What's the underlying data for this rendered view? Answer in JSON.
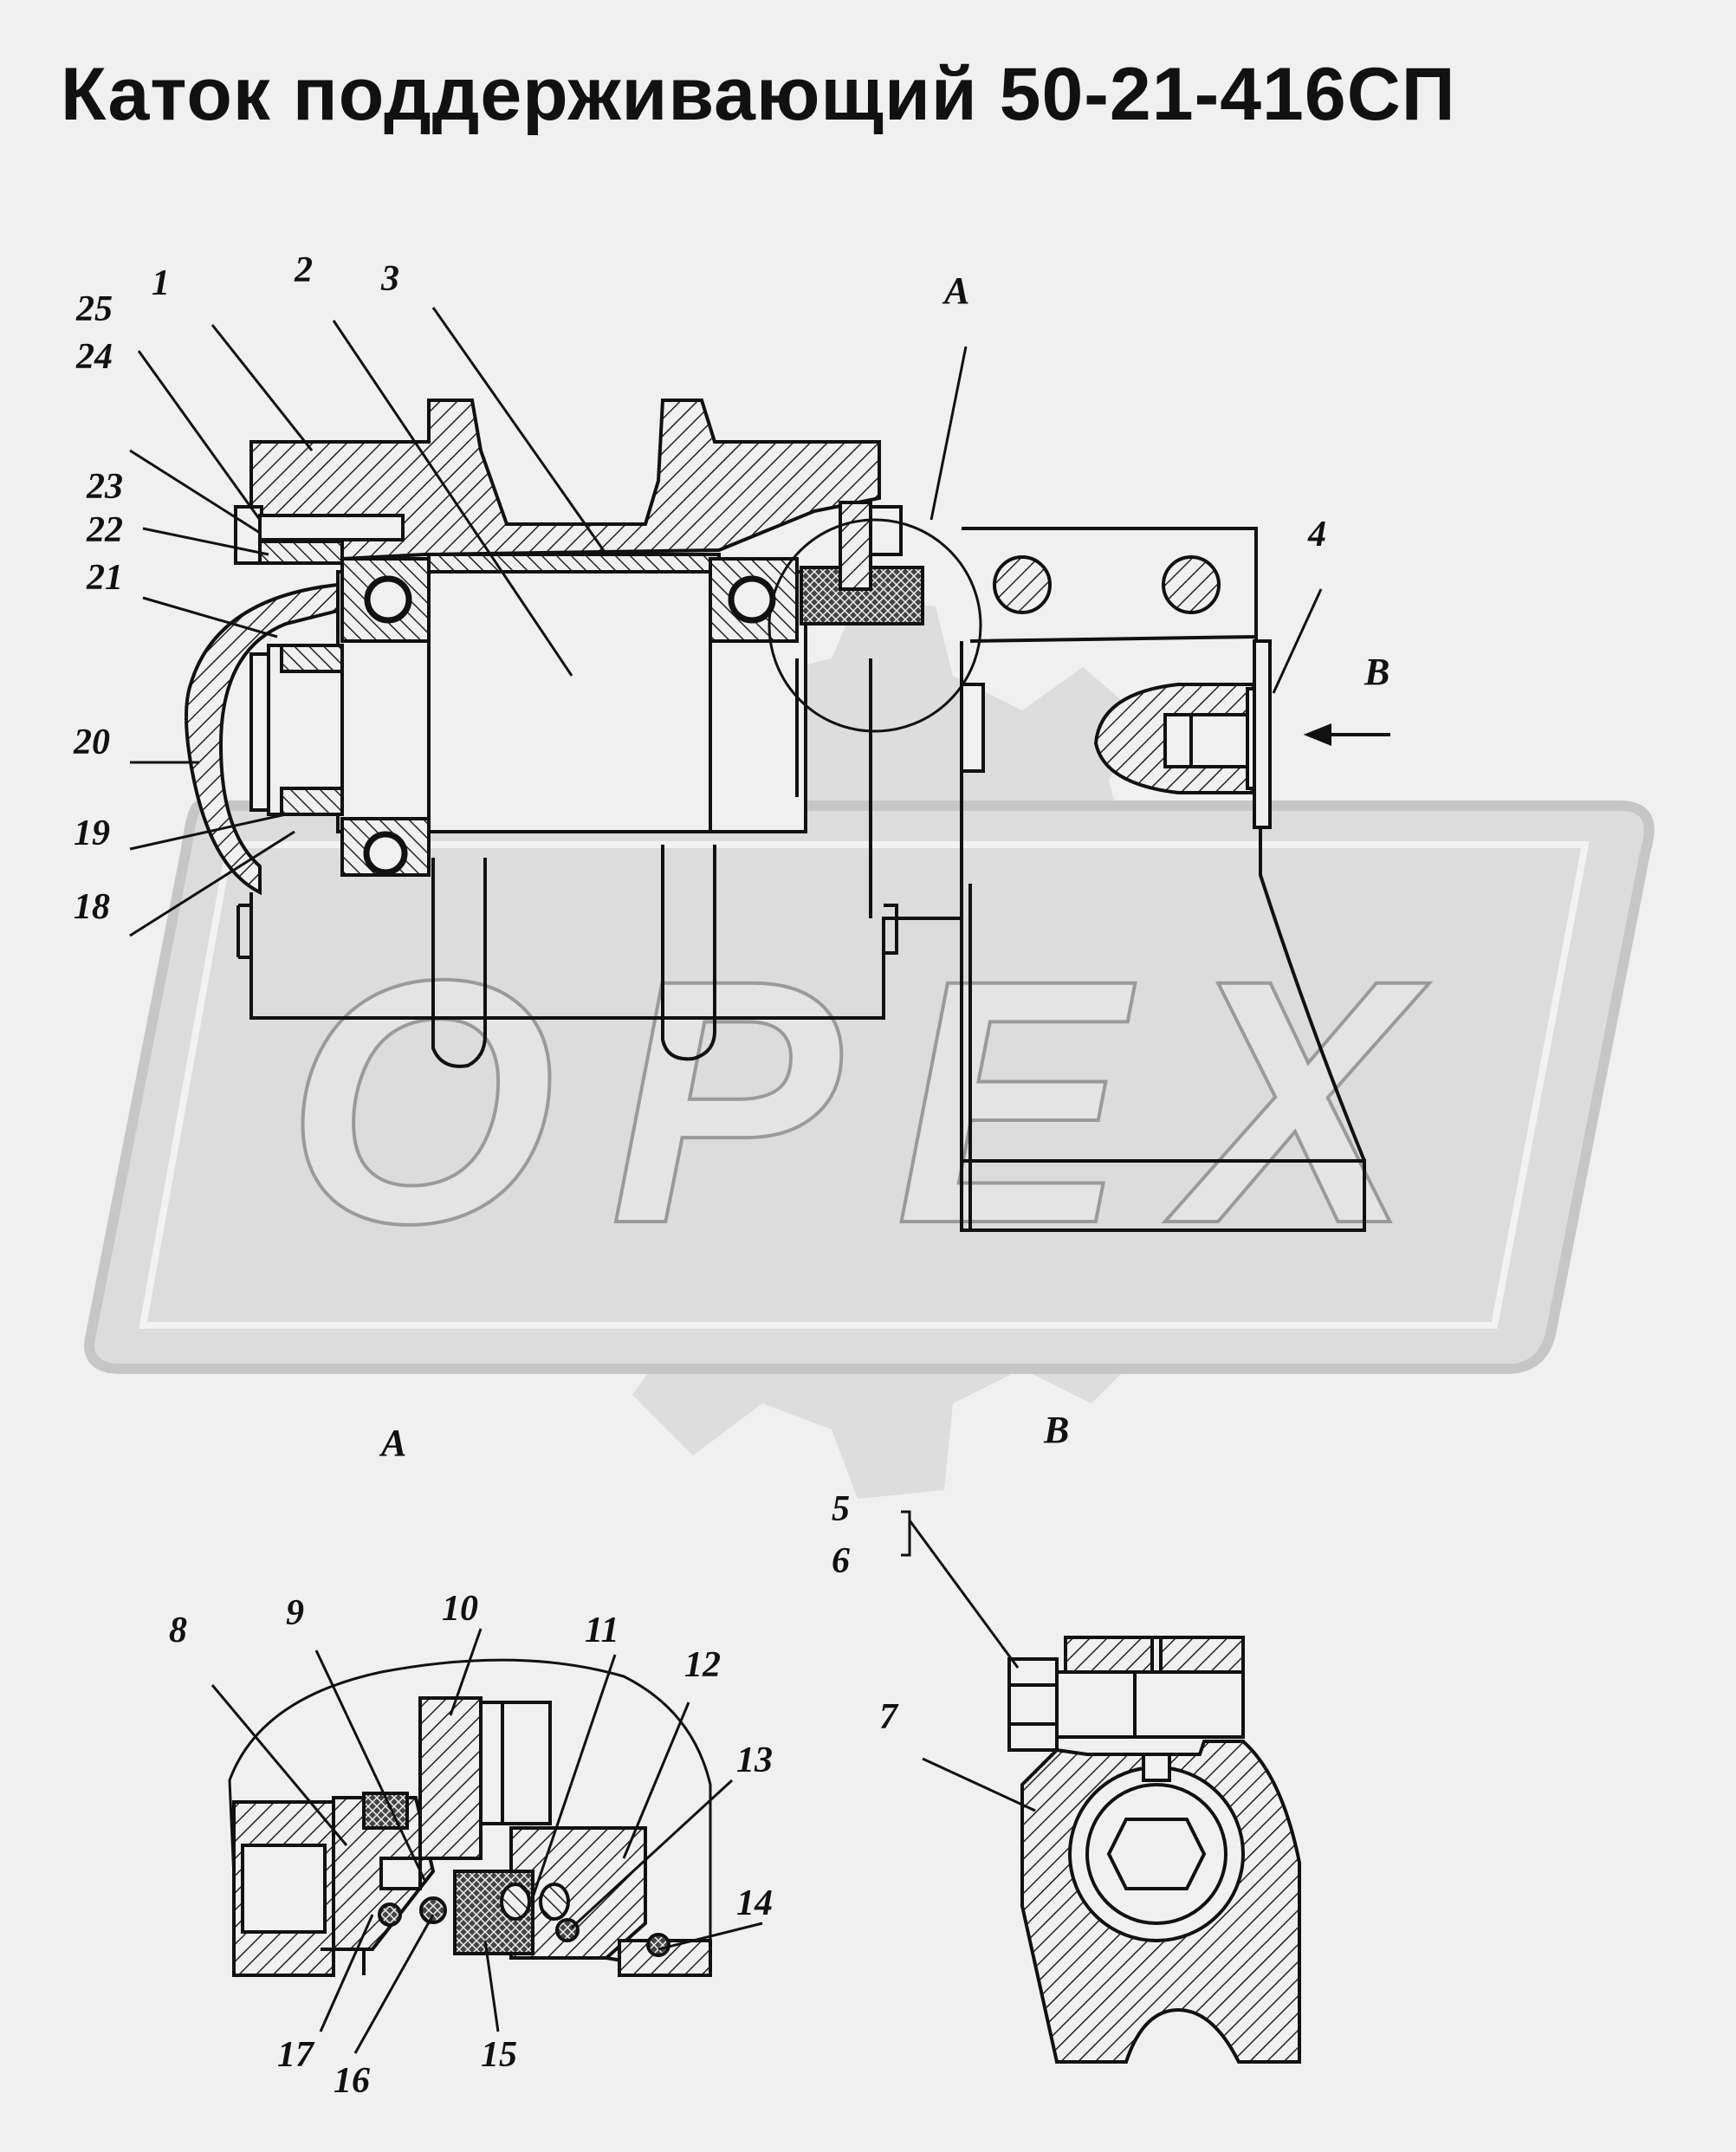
{
  "title": "Каток поддерживающий 50-21-416СП",
  "watermark": {
    "text": "OPEX"
  },
  "views": {
    "section_A_label": "A",
    "section_B_label": "B",
    "arrow_B_label": "B",
    "circle_A_label": "A"
  },
  "callouts": {
    "c1": "1",
    "c2": "2",
    "c3": "3",
    "c4": "4",
    "c5": "5",
    "c6": "6",
    "c7": "7",
    "c8": "8",
    "c9": "9",
    "c10": "10",
    "c11": "11",
    "c12": "12",
    "c13": "13",
    "c14": "14",
    "c15": "15",
    "c16": "16",
    "c17": "17",
    "c18": "18",
    "c19": "19",
    "c20": "20",
    "c21": "21",
    "c22": "22",
    "c23": "23",
    "c24": "24",
    "c25": "25"
  },
  "colors": {
    "background": "#f0f0f0",
    "line": "#111111",
    "watermark": "#dddddd"
  }
}
